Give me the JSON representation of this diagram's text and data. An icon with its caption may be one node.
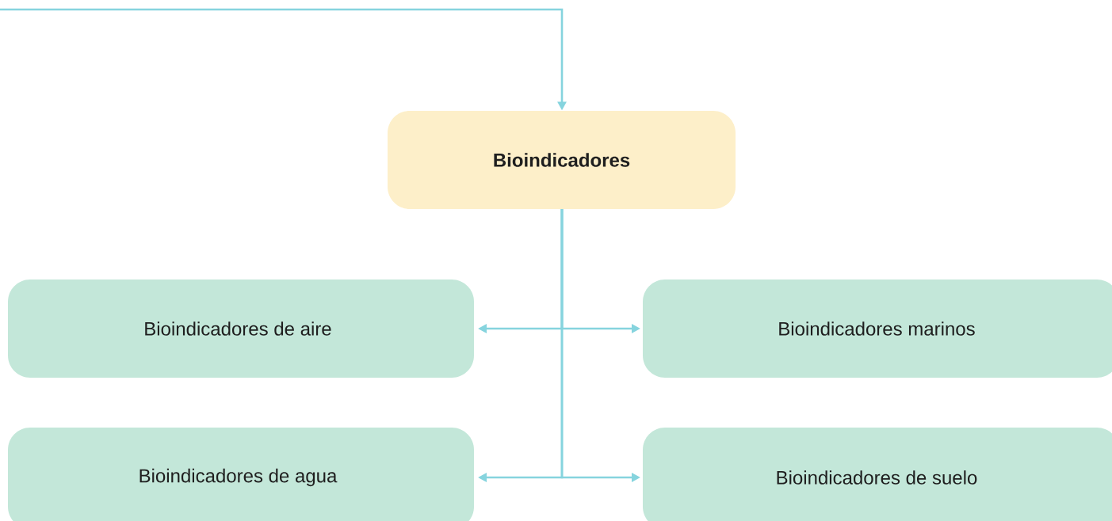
{
  "diagram": {
    "nodes": [
      {
        "text": [
          "Bioindicadores"
        ]
      },
      {
        "text": [
          "Bioindicadores de aire"
        ]
      },
      {
        "text": [
          "Bioindicadores marinos"
        ]
      },
      {
        "text": [
          "Bioindicadores de agua"
        ]
      },
      {
        "text": [
          "Bioindicadores de suelo"
        ]
      }
    ],
    "edges": [
      {
        "from": null,
        "to": 0,
        "arrow": "to"
      },
      {
        "from": 0,
        "to": 1,
        "arrow": "to"
      },
      {
        "from": 0,
        "to": 2,
        "arrow": "to"
      },
      {
        "from": 0,
        "to": 3,
        "arrow": "to"
      },
      {
        "from": 0,
        "to": 4,
        "arrow": "to"
      }
    ]
  }
}
